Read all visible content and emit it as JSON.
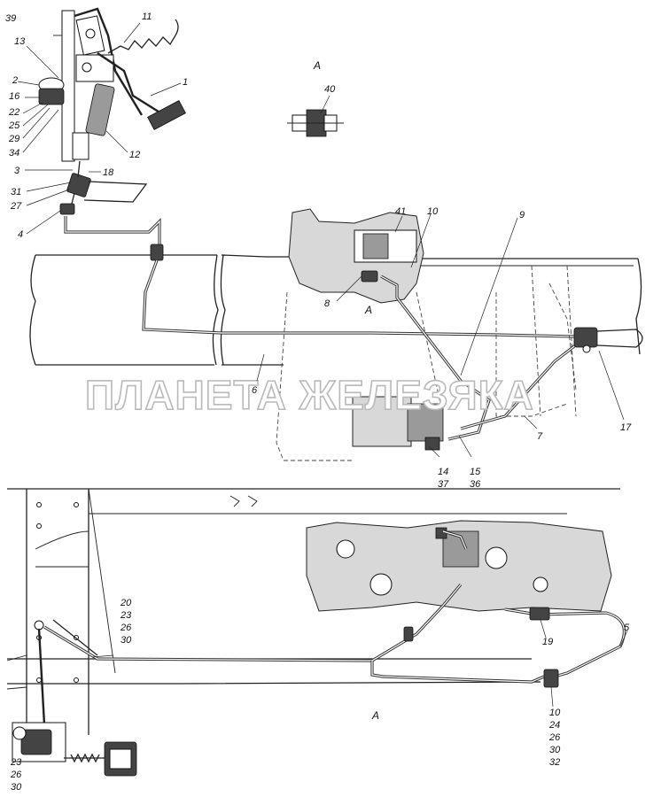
{
  "watermark": "ПЛАНЕТА ЖЕЛЕЗЯКА",
  "view_marks": {
    "view_title": "А",
    "mark_upper": "А",
    "mark_lower": "А"
  },
  "callouts": {
    "c1": "1",
    "c2": "2",
    "c3": "3",
    "c4": "4",
    "c5": "5",
    "c6": "6",
    "c7": "7",
    "c8": "8",
    "c9": "9",
    "c10_top": "10",
    "c11": "11",
    "c12": "12",
    "c13": "13",
    "c14": "14",
    "c15": "15",
    "c16": "16",
    "c17": "17",
    "c18": "18",
    "c19": "19",
    "c22": "22",
    "c25": "25",
    "c27": "27",
    "c29": "29",
    "c31": "31",
    "c34": "34",
    "c36": "36",
    "c37": "37",
    "c39": "39",
    "c40": "40",
    "c41": "41",
    "group_mid": [
      "20",
      "23",
      "26",
      "30"
    ],
    "group_right": [
      "10",
      "24",
      "26",
      "30",
      "32"
    ],
    "group_bottom_left": [
      "23",
      "26",
      "30"
    ]
  }
}
